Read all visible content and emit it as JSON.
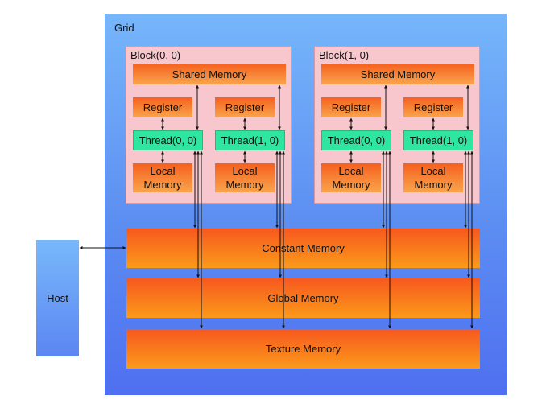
{
  "grid": {
    "label": "Grid"
  },
  "host": {
    "label": "Host"
  },
  "blocks": [
    {
      "label": "Block(0, 0)",
      "shared_memory": "Shared Memory",
      "threads": [
        {
          "register": "Register",
          "thread": "Thread(0, 0)",
          "local_memory": "Local Memory"
        },
        {
          "register": "Register",
          "thread": "Thread(1, 0)",
          "local_memory": "Local Memory"
        }
      ]
    },
    {
      "label": "Block(1, 0)",
      "shared_memory": "Shared Memory",
      "threads": [
        {
          "register": "Register",
          "thread": "Thread(0, 0)",
          "local_memory": "Local Memory"
        },
        {
          "register": "Register",
          "thread": "Thread(1, 0)",
          "local_memory": "Local Memory"
        }
      ]
    }
  ],
  "constant_memory": "Constant Memory",
  "global_memory": "Global Memory",
  "texture_memory": "Texture Memory"
}
